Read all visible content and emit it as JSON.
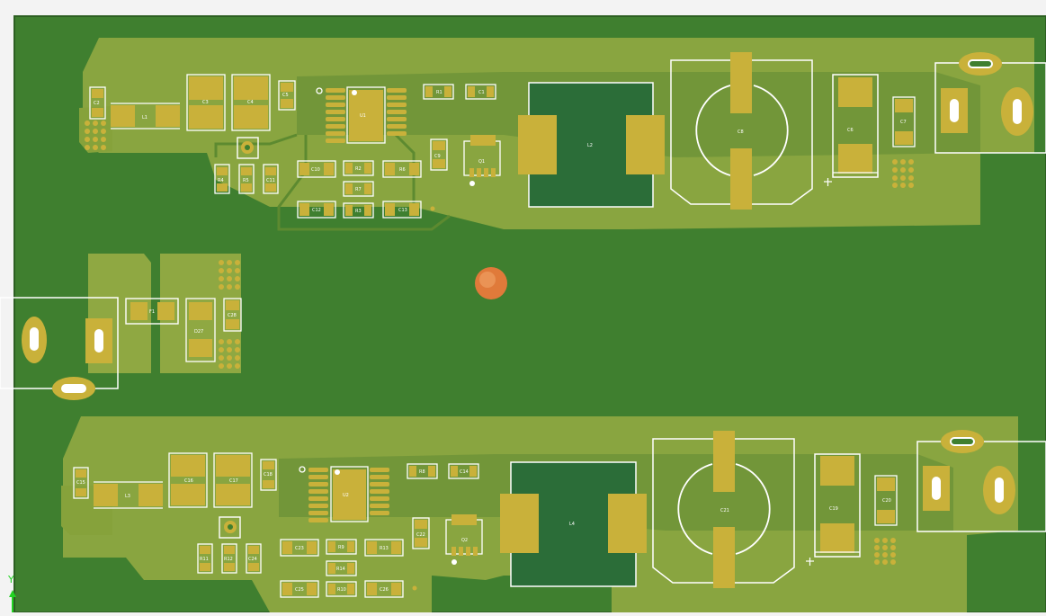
{
  "viewer": {
    "axis_label": "Y"
  },
  "colors": {
    "background": "#f3f3f3",
    "board": "#3f7f2f",
    "copper_pour": "#8fa842",
    "pad": "#c9b13a",
    "silkscreen": "#ffffff",
    "via_marker": "#e07a3a",
    "axis": "#22d322"
  },
  "top_circuit": {
    "designators": {
      "C2": "C2",
      "L1": "L1",
      "C3": "C3",
      "C4": "C4",
      "C5": "C5",
      "U1": "U1",
      "R1": "R1",
      "C1": "C1",
      "L2": "L2",
      "C8": "C8",
      "C6": "C6",
      "C7": "C7",
      "C9": "C9",
      "Q1": "Q1",
      "R4": "R4",
      "R5": "R5",
      "C11": "C11",
      "C10": "C10",
      "R2": "R2",
      "R6": "R6",
      "R7": "R7",
      "C12": "C12",
      "R3": "R3",
      "C13": "C13"
    }
  },
  "middle_circuit": {
    "designators": {
      "F1": "F1",
      "C28": "C28",
      "D27": "D27"
    }
  },
  "bottom_circuit": {
    "designators": {
      "C15": "C15",
      "L3": "L3",
      "C16": "C16",
      "C17": "C17",
      "C18": "C18",
      "U2": "U2",
      "R8": "R8",
      "C14": "C14",
      "L4": "L4",
      "C21": "C21",
      "C19": "C19",
      "C20": "C20",
      "C22": "C22",
      "Q2": "Q2",
      "R11": "R11",
      "R12": "R12",
      "C24": "C24",
      "C23": "C23",
      "R9": "R9",
      "R13": "R13",
      "R14": "R14",
      "C25": "C25",
      "R10": "R10",
      "C26": "C26"
    }
  }
}
